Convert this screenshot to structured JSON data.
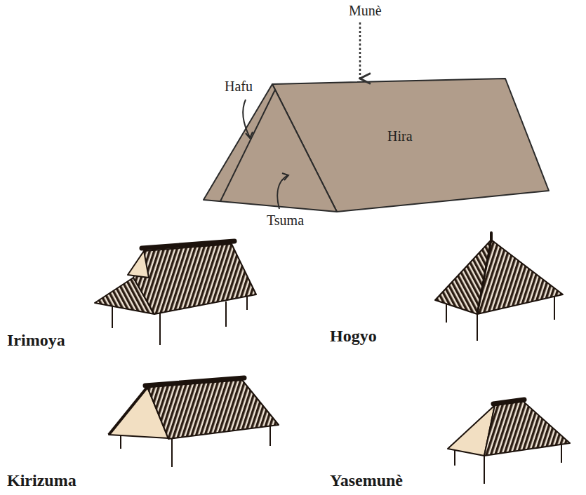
{
  "diagram": {
    "labels": [
      "Munè",
      "Hafu",
      "Hira",
      "Tsuma",
      "Irimoya",
      "Hogyo",
      "Kirizuma",
      "Yasemunè"
    ]
  }
}
